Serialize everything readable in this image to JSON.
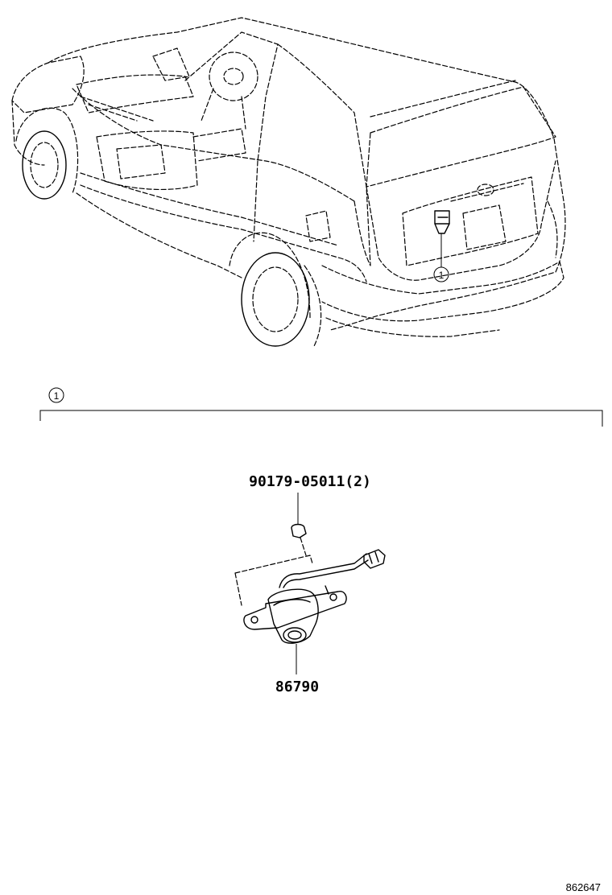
{
  "diagram": {
    "callout_marker": "1",
    "parts": {
      "screw": "90179-05011(2)",
      "camera": "86790"
    },
    "reference_code": "862647"
  }
}
